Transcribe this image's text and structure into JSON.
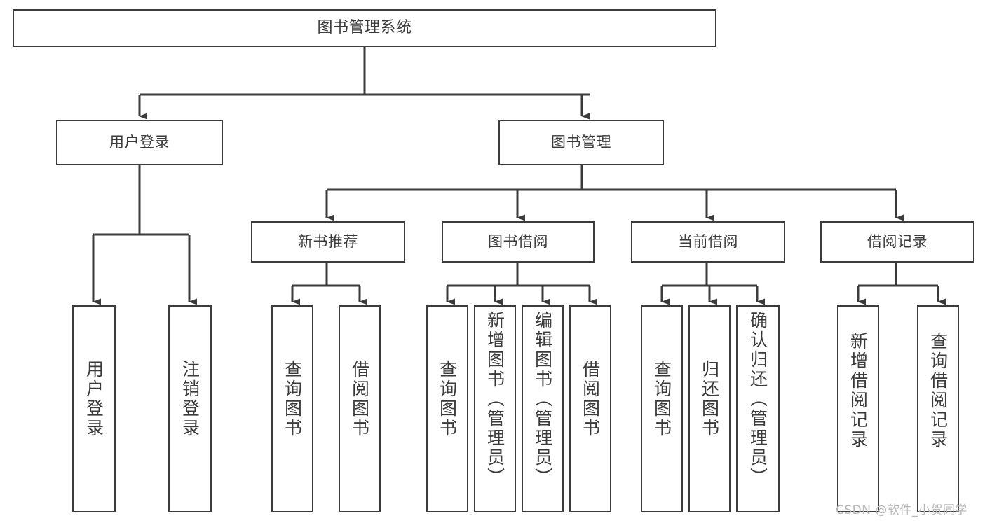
{
  "diagram": {
    "type": "tree-hierarchy-chart",
    "title": "图书管理系统",
    "watermark": "CSDN @软件_小贺同学",
    "colors": {
      "background": "#ffffff",
      "box_border": "#3b3b3b",
      "text": "#3a3a3a",
      "connector": "#3b3b3b",
      "watermark": "#b9b9b9"
    },
    "nodes": {
      "root": {
        "label": "图书管理系统",
        "level": 1
      },
      "level2": [
        {
          "id": "user-login",
          "label": "用户登录"
        },
        {
          "id": "book-management",
          "label": "图书管理"
        }
      ],
      "level3": [
        {
          "id": "new-book-recommend",
          "label": "新书推荐",
          "parent": "book-management"
        },
        {
          "id": "book-borrow",
          "label": "图书借阅",
          "parent": "book-management"
        },
        {
          "id": "current-borrow",
          "label": "当前借阅",
          "parent": "book-management"
        },
        {
          "id": "borrow-record",
          "label": "借阅记录",
          "parent": "book-management"
        }
      ],
      "leaves": {
        "user-login": [
          {
            "id": "leaf-user-login",
            "label": "用户登录"
          },
          {
            "id": "leaf-user-logout",
            "label": "注销登录"
          }
        ],
        "new-book-recommend": [
          {
            "id": "leaf-query-book-1",
            "label": "查询图书"
          },
          {
            "id": "leaf-borrow-book-1",
            "label": "借阅图书"
          }
        ],
        "book-borrow": [
          {
            "id": "leaf-query-book-2",
            "label": "查询图书"
          },
          {
            "id": "leaf-add-book",
            "label": "新增图书（管理员）"
          },
          {
            "id": "leaf-edit-book",
            "label": "编辑图书（管理员）"
          },
          {
            "id": "leaf-borrow-book-2",
            "label": "借阅图书"
          }
        ],
        "current-borrow": [
          {
            "id": "leaf-query-book-3",
            "label": "查询图书"
          },
          {
            "id": "leaf-return-book",
            "label": "归还图书"
          },
          {
            "id": "leaf-confirm-return",
            "label": "确认归还（管理员）"
          }
        ],
        "borrow-record": [
          {
            "id": "leaf-add-borrow-record",
            "label": "新增借阅记录"
          },
          {
            "id": "leaf-query-borrow-record",
            "label": "查询借阅记录"
          }
        ]
      }
    }
  }
}
